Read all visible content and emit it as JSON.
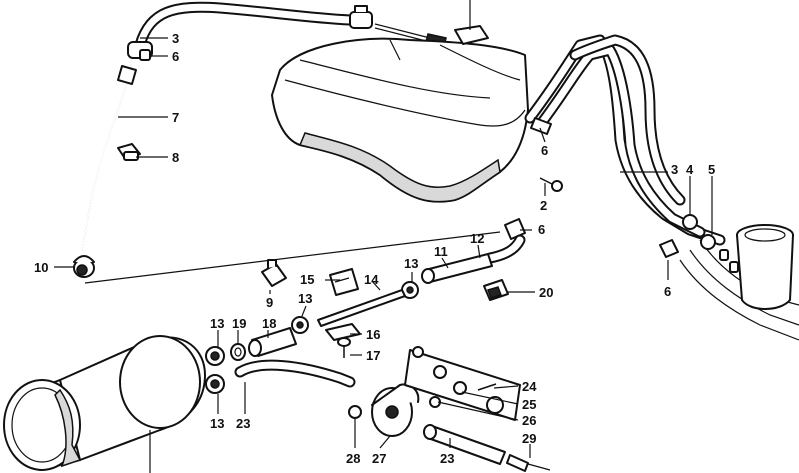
{
  "diagram": {
    "callouts": [
      {
        "id": "c3a",
        "text": "3"
      },
      {
        "id": "c6a",
        "text": "6"
      },
      {
        "id": "c7",
        "text": "7"
      },
      {
        "id": "c8",
        "text": "8"
      },
      {
        "id": "c10",
        "text": "10"
      },
      {
        "id": "c6b",
        "text": "6"
      },
      {
        "id": "c2",
        "text": "2"
      },
      {
        "id": "c6c",
        "text": "6"
      },
      {
        "id": "c3b",
        "text": "3"
      },
      {
        "id": "c4",
        "text": "4"
      },
      {
        "id": "c5",
        "text": "5"
      },
      {
        "id": "c6d",
        "text": "6"
      },
      {
        "id": "c12",
        "text": "12"
      },
      {
        "id": "c11",
        "text": "11"
      },
      {
        "id": "c13a",
        "text": "13"
      },
      {
        "id": "c14",
        "text": "14"
      },
      {
        "id": "c15",
        "text": "15"
      },
      {
        "id": "c9",
        "text": "9"
      },
      {
        "id": "c13b",
        "text": "13"
      },
      {
        "id": "c20",
        "text": "20"
      },
      {
        "id": "c16",
        "text": "16"
      },
      {
        "id": "c17",
        "text": "17"
      },
      {
        "id": "c13c",
        "text": "13"
      },
      {
        "id": "c19",
        "text": "19"
      },
      {
        "id": "c18",
        "text": "18"
      },
      {
        "id": "c13d",
        "text": "13"
      },
      {
        "id": "c23a",
        "text": "23"
      },
      {
        "id": "c24",
        "text": "24"
      },
      {
        "id": "c25",
        "text": "25"
      },
      {
        "id": "c26",
        "text": "26"
      },
      {
        "id": "c28",
        "text": "28"
      },
      {
        "id": "c27",
        "text": "27"
      },
      {
        "id": "c23b",
        "text": "23"
      },
      {
        "id": "c29",
        "text": "29"
      }
    ]
  }
}
